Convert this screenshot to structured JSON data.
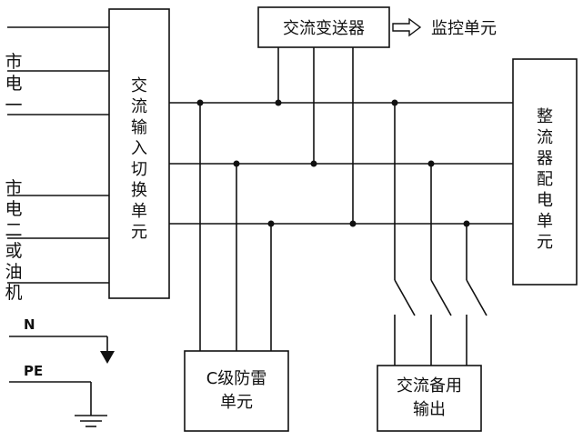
{
  "labels": {
    "mains1": [
      "市",
      "电",
      "一"
    ],
    "mains2": [
      "市",
      "电",
      "二",
      "或",
      "油",
      "机"
    ],
    "input_switch": [
      "交",
      "流",
      "输",
      "入",
      "切",
      "换",
      "单",
      "元"
    ],
    "transmitter": "交流变送器",
    "monitor": "监控单元",
    "rectifier": [
      "整",
      "流",
      "器",
      "配",
      "电",
      "单",
      "元"
    ],
    "spd": [
      "C级防雷",
      "单元"
    ],
    "backup": [
      "交流备用",
      "输出"
    ],
    "n": "N",
    "pe": "PE"
  }
}
